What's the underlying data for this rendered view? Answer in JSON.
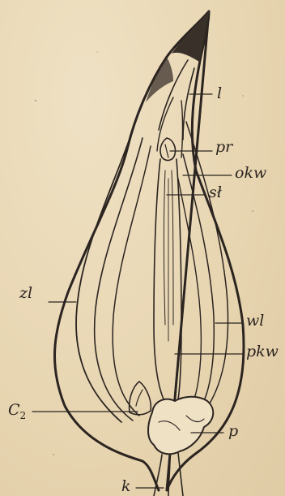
{
  "figure": {
    "labels": {
      "l": "l",
      "pr": "pr",
      "okw": "okw",
      "sl": "sł",
      "zl": "zl",
      "wl": "wl",
      "pkw": "pkw",
      "c2": "C",
      "c2_sub": "2",
      "p": "p",
      "k": "k"
    },
    "colors": {
      "paper": "#e9d9b8",
      "ink": "#2b2420",
      "shade": "#3a302a"
    }
  }
}
